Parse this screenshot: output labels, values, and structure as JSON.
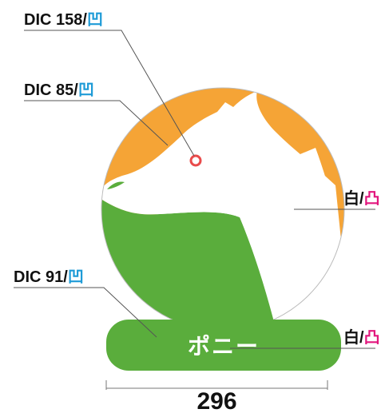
{
  "colors": {
    "orange": "#f5a436",
    "green": "#5aad3c",
    "white": "#ffffff",
    "eye_ring": "#e94b4b",
    "outline": "#bbbbbb",
    "leader": "#555555",
    "concave_mark": "#1e9bd7",
    "convex_mark": "#e2177e"
  },
  "callouts": {
    "dic158": {
      "code": "DIC 158",
      "sep": "/",
      "finish": "凹"
    },
    "dic85": {
      "code": "DIC 85",
      "sep": "/",
      "finish": "凹"
    },
    "white_face": {
      "code": "白",
      "sep": "/",
      "finish": "凸"
    },
    "dic91": {
      "code": "DIC 91",
      "sep": "/",
      "finish": "凹"
    },
    "white_text": {
      "code": "白",
      "sep": "/",
      "finish": "凸"
    }
  },
  "nameplate": {
    "text": "ポニー"
  },
  "dimension": {
    "width_label": "296"
  }
}
